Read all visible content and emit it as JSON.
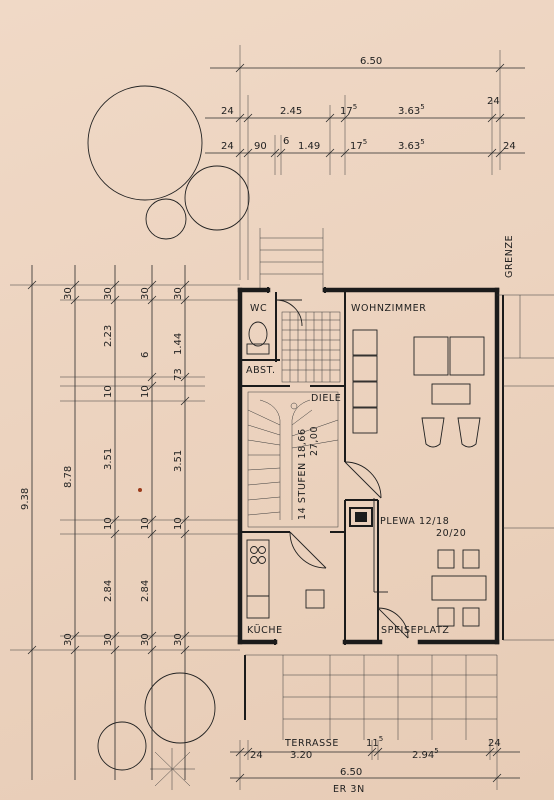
{
  "title": "ER 3N",
  "rooms": {
    "wc": "WC",
    "wohnzimmer": "WOHNZIMMER",
    "abst": "ABST.",
    "diele": "DIELE",
    "kueche": "KÜCHE",
    "speiseplatz": "SPEISEPLATZ",
    "terrasse": "TERRASSE",
    "grenze": "GRENZE"
  },
  "stair": {
    "label": "14 STUFEN 18,66",
    "sub": "27,00"
  },
  "plewa": {
    "label": "PLEWA 12/18",
    "sub": "20/20"
  },
  "top_dims": {
    "overall": "6.50",
    "row1": {
      "a": "24",
      "b": "2.45",
      "c": "17",
      "c_sup": "5",
      "d": "3.63",
      "d_sup": "5",
      "e": "24"
    },
    "row2": {
      "a": "24",
      "b": "90",
      "c": "6",
      "d": "1.49",
      "e": "17",
      "e_sup": "5",
      "f": "3.63",
      "f_sup": "5",
      "g": "24"
    }
  },
  "bottom_dims": {
    "a": "24",
    "b": "3.20",
    "c": "11",
    "c_sup": "5",
    "d": "2.94",
    "d_sup": "5",
    "e": "24",
    "overall": "6.50"
  },
  "left_dims": {
    "total1": "9.38",
    "total2": "8.78",
    "col1": [
      "30",
      "10",
      "3.51",
      "10",
      "2.84",
      "30"
    ],
    "col2": [
      "30",
      "2.23",
      "10",
      "30"
    ],
    "col3": [
      "30",
      "6",
      "10",
      "2.84",
      "30"
    ],
    "col4": [
      "30",
      "1.44",
      "73",
      "3.51",
      "10",
      "30"
    ]
  }
}
